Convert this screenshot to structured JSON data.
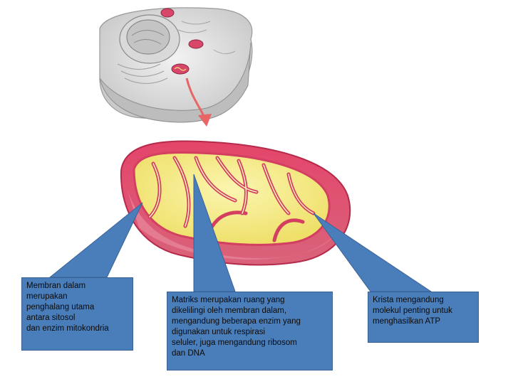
{
  "callouts": {
    "inner_membrane": {
      "lines": [
        "Membran dalam",
        "merupakan",
        "penghalang utama",
        "antara sitosol",
        "dan enzim mitokondria"
      ]
    },
    "matrix": {
      "lines": [
        "Matriks merupakan ruang yang",
        "dikelilingi oleh membran dalam,",
        "mengandung beberapa enzim yang",
        "digunakan untuk respirasi",
        "seluler, juga mengandung ribosom",
        "dan DNA"
      ]
    },
    "cristae": {
      "lines": [
        "Krista mengandung",
        "molekul penting untuk",
        "menghasilkan ATP"
      ]
    }
  },
  "colors": {
    "callout_fill": "#4a7ebb",
    "outer_membrane": "#e0395d",
    "matrix": "#f6ec7a",
    "arrow": "#e76565"
  }
}
